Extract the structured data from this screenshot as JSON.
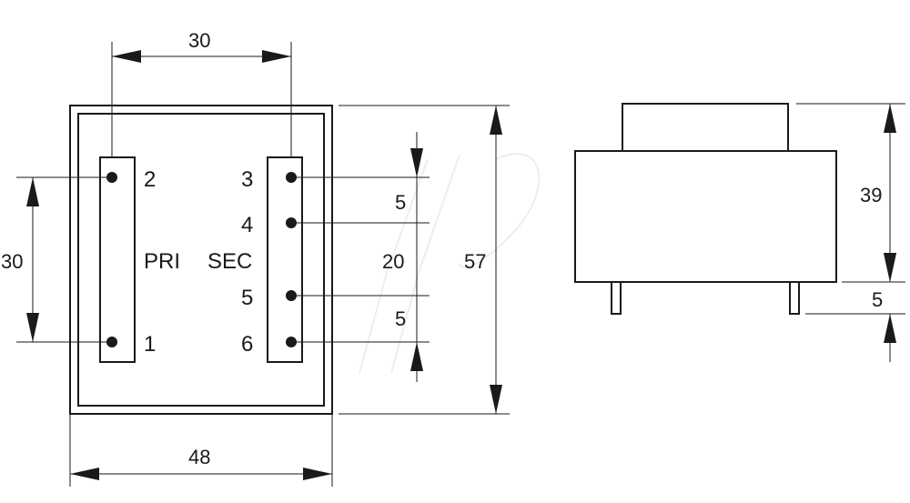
{
  "top_view": {
    "width_dimension": "48",
    "height_dimension": "57",
    "primary_pin_spacing": "30",
    "row_spacing": "30",
    "secondary_span": "20",
    "secondary_pitch_top": "5",
    "secondary_pitch_bottom": "5",
    "primary_label": "PRI",
    "secondary_label": "SEC",
    "pins": {
      "p1": "1",
      "p2": "2",
      "p3": "3",
      "p4": "4",
      "p5": "5",
      "p6": "6"
    }
  },
  "side_view": {
    "body_height_dimension": "39",
    "pin_length_dimension": "5"
  }
}
